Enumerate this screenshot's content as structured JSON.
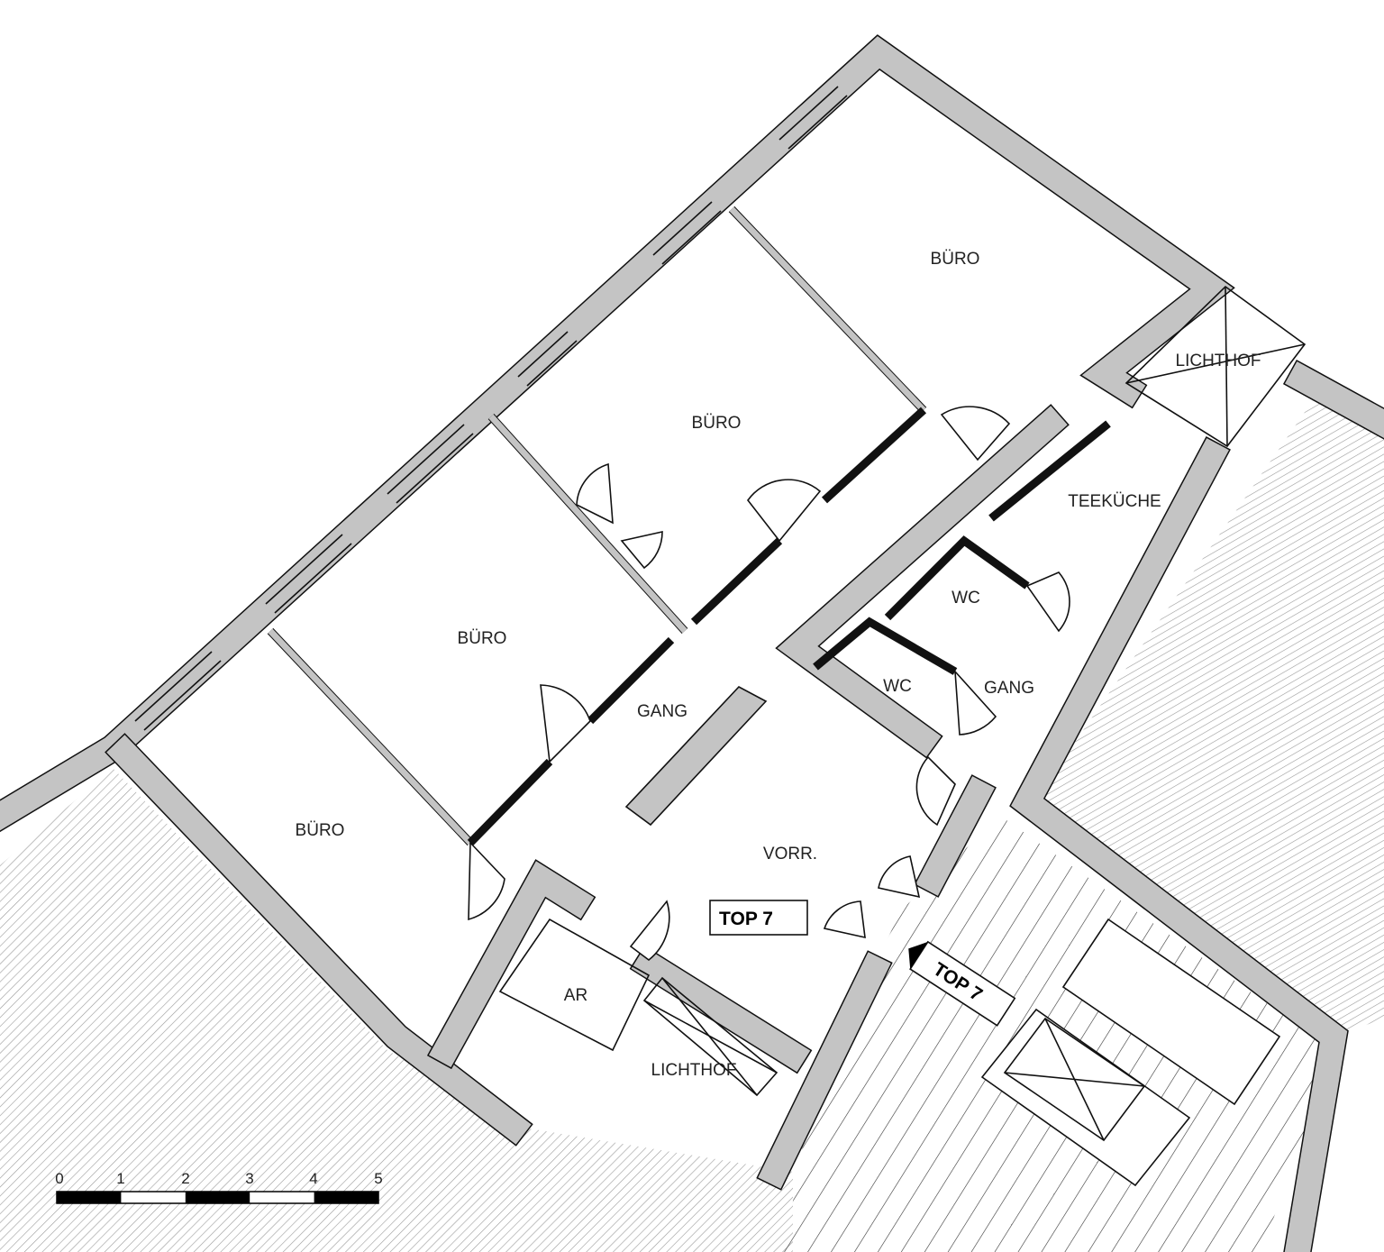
{
  "rooms": {
    "office_1": "BÜRO",
    "office_2": "BÜRO",
    "office_3": "BÜRO",
    "office_4": "BÜRO",
    "corridor_main": "GANG",
    "corridor_side": "GANG",
    "wc_1": "WC",
    "wc_2": "WC",
    "kitchenette": "TEEKÜCHE",
    "anteroom": "VORR.",
    "storage": "AR",
    "lightwell_top": "LICHTHOF",
    "lightwell_bottom": "LICHTHOF"
  },
  "unit_label": "TOP 7",
  "entrance_label": "TOP 7",
  "scale_bar": {
    "ticks": [
      "0",
      "1",
      "2",
      "3",
      "4",
      "5"
    ]
  },
  "colors": {
    "wall": "#c4c4c4",
    "line": "#111111",
    "hatch": "#9a9a9a"
  }
}
